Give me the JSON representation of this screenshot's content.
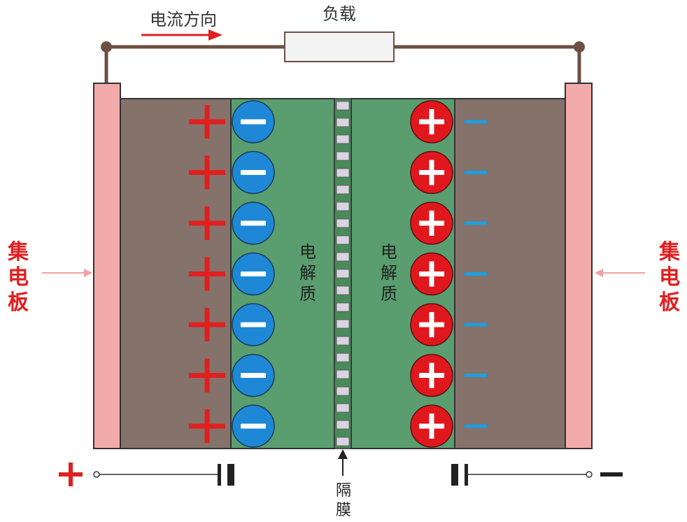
{
  "labels": {
    "current_direction": "电流方向",
    "load": "负载",
    "collector_left": [
      "集",
      "电",
      "板"
    ],
    "collector_right": [
      "集",
      "电",
      "板"
    ],
    "electrolyte_left": [
      "电",
      "解",
      "质"
    ],
    "electrolyte_right": [
      "电",
      "解",
      "质"
    ],
    "separator": [
      "隔",
      "膜"
    ],
    "terminal_positive": "+",
    "terminal_negative": "−"
  },
  "colors": {
    "wire": "#6b5043",
    "collector": "#f2aaaa",
    "electrode": "#85726a",
    "electrolyte": "#5a9e6f",
    "anion": "#1e88d6",
    "cation": "#e0181e",
    "red_text": "#e02020",
    "blue_dash": "#1e9ee0",
    "separator_cell": "#d9d3e2"
  },
  "ion_rows": 7,
  "icons": [
    "arrow-right-icon",
    "arrow-left-icon",
    "arrow-up-icon",
    "capacitor-symbol-icon"
  ]
}
